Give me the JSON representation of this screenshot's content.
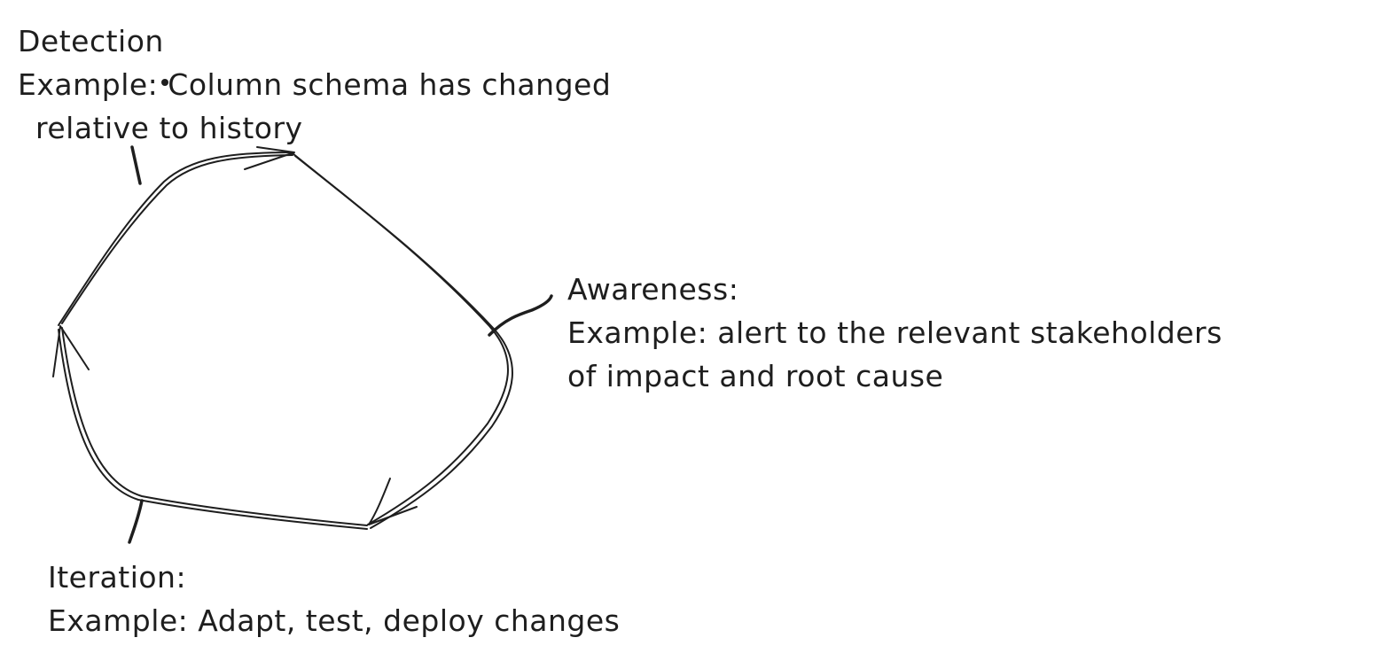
{
  "stages": {
    "detection": {
      "title": "Detection",
      "line1": "Example: Column schema has changed",
      "line2": "relative to history"
    },
    "awareness": {
      "title": "Awareness:",
      "line1": "Example: alert to the relevant stakeholders",
      "line2": "of impact and root cause"
    },
    "iteration": {
      "title": "Iteration:",
      "line1": "Example: Adapt, test, deploy changes"
    }
  },
  "stroke_color": "#1e1e1e"
}
